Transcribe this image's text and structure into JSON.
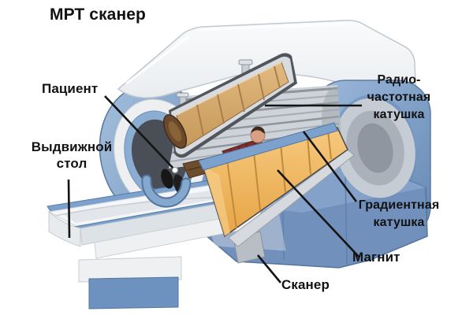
{
  "title": "МРТ сканер",
  "labels": {
    "patient": "Пациент",
    "table": "Выдвижной\nстол",
    "rf_coil": "Радио-\nчастотная\nкатушка",
    "gradient_coil": "Градиентная\nкатушка",
    "magnet": "Магнит",
    "scanner": "Сканер"
  },
  "colors": {
    "label_text": "#121212",
    "leader_line": "#141414",
    "machine_blue": "#7b9cc6",
    "machine_blue_dark": "#5f82ad",
    "cover_white": "#f0f2f5",
    "rf_coil_tan": "#d2a468",
    "gradient_coil_orange": "#eeb057",
    "patient_shirt": "#7e2e2c",
    "patient_pants": "#6e4c2e",
    "background": "#ffffff"
  }
}
